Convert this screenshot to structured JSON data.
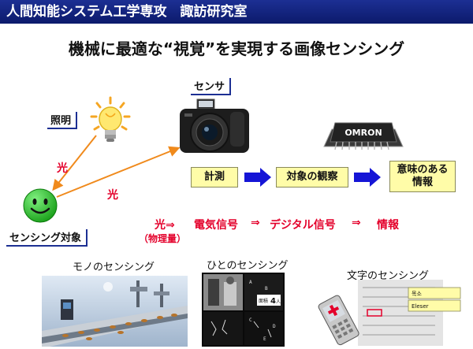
{
  "header": {
    "title": "人間知能システム工学専攻　諏訪研究室"
  },
  "subtitle": "機械に最適な“視覚”を実現する画像センシング",
  "labels": {
    "lighting": "照明",
    "sensor": "センサ",
    "target": "センシング対象",
    "light_a": "光",
    "light_b": "光"
  },
  "process": {
    "step1": "計測",
    "step2": "対象の観察",
    "step3_line1": "意味のある",
    "step3_line2": "情報"
  },
  "flow": {
    "light": "光⇒",
    "light_note": "（物理量）",
    "electric": "電気信号",
    "arrow1": "⇒",
    "digital": "デジタル信号",
    "arrow2": "⇒",
    "info": "情報"
  },
  "chip_brand": "OMRON",
  "panel2_readout": {
    "label": "面積",
    "value": "4",
    "unit": "人"
  },
  "panel2_letters": [
    "A",
    "B",
    "C",
    "D",
    "E"
  ],
  "panel3_badge_1": "목소",
  "panel3_badge_2": "Eleser",
  "captions": {
    "things": "モノのセンシング",
    "people": "ひとのセンシング",
    "text": "文字のセンシング"
  },
  "colors": {
    "header_bg": "#1c2f93",
    "accent_red": "#e4002b",
    "box_fill": "#fffca8",
    "arrow_blue": "#1515d6"
  }
}
